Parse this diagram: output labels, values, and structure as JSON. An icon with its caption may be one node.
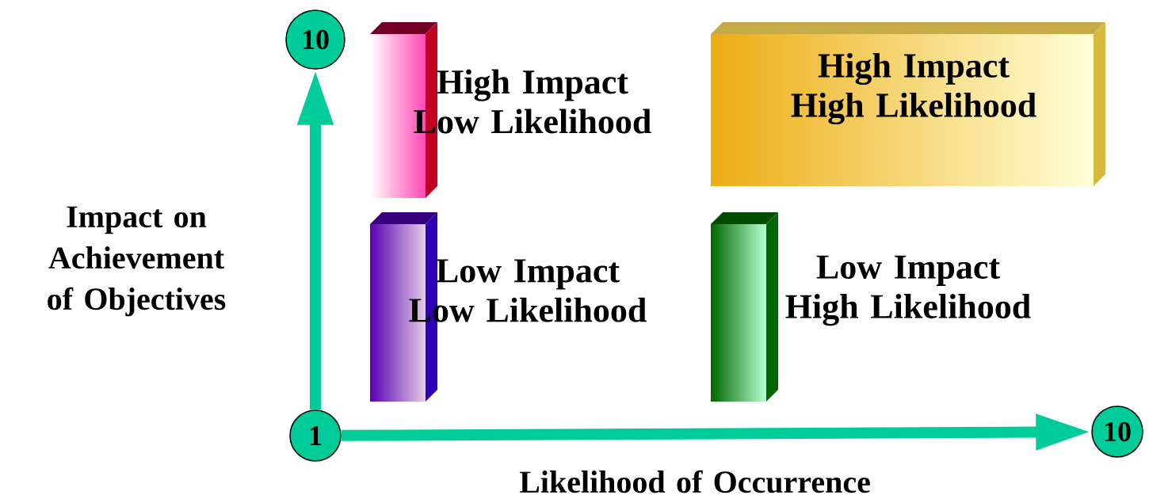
{
  "diagram": {
    "nodes": [
      {
        "text": [
          "10"
        ]
      },
      {
        "text": [
          "High Impact Low Likelihood"
        ]
      },
      {
        "text": [
          "High Impact High Likelihood"
        ]
      },
      {
        "text": [
          "Low Impact Low Likelihood"
        ]
      },
      {
        "text": [
          "Low Impact High Likelihood"
        ]
      },
      {
        "text": [
          "1"
        ]
      },
      {
        "text": [
          "10"
        ]
      }
    ],
    "edges": [
      {
        "from": 5,
        "to": 0,
        "arrow": "to"
      },
      {
        "from": 5,
        "to": 6,
        "arrow": "to"
      }
    ],
    "labels": [
      "Impact on Achievement of Objectives",
      "Likelihood of Occurrence"
    ]
  }
}
